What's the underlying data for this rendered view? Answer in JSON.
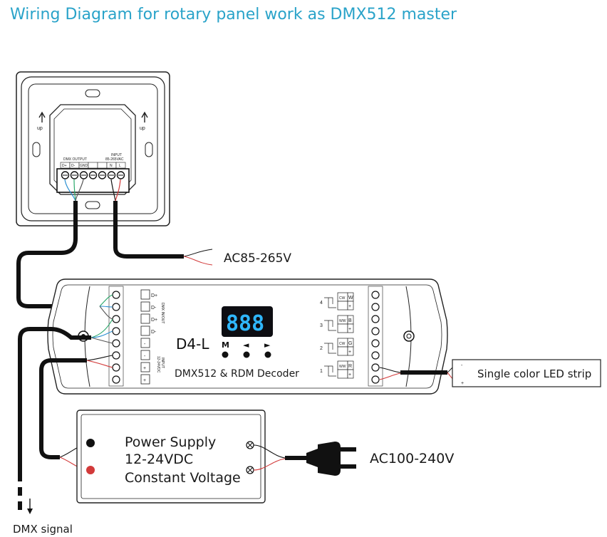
{
  "title": "Wiring Diagram for rotary panel work as DMX512 master",
  "panel": {
    "dmx_output_label": "DMX OUTPUT",
    "input_label": "INPUT",
    "input_voltage": "85-265VAC",
    "terminals": [
      "D+",
      "D-",
      "GND",
      "",
      "",
      "N",
      "L"
    ],
    "arrow_icon": "up-arrow-icon"
  },
  "ac_panel_label": "AC85-265V",
  "decoder": {
    "model": "D4-L",
    "name": "DMX512 & RDM Decoder",
    "display": "888",
    "buttons": [
      "M",
      "◄",
      "►"
    ],
    "left_terminals": [
      "D+",
      "D-",
      "D+",
      "D-",
      "-",
      "-",
      "+",
      "+"
    ],
    "dmx_inout_label": "DMX IN/OUT",
    "input_label": "INPUT",
    "input_voltage": "12-24VDC",
    "channels": [
      {
        "num": "4",
        "color": "W",
        "wire": "CW"
      },
      {
        "num": "3",
        "color": "B",
        "wire": "WW"
      },
      {
        "num": "2",
        "color": "G",
        "wire": "CW"
      },
      {
        "num": "1",
        "color": "R",
        "wire": "WW"
      }
    ],
    "plus_label": "+"
  },
  "led_strip_label": "Single color LED strip",
  "power_supply": {
    "line1": "Power Supply",
    "line2": "12-24VDC",
    "line3": "Constant Voltage"
  },
  "ac_supply_label": "AC100-240V",
  "dmx_signal_label": "DMX signal",
  "colors": {
    "title": "#2aa3c9",
    "wire_black": "#111111",
    "wire_red": "#d23a3a",
    "wire_green": "#2aa86a",
    "wire_blue": "#2a8fd1",
    "display_bg": "#0d0d12",
    "display_digit": "#2fb7ff"
  }
}
